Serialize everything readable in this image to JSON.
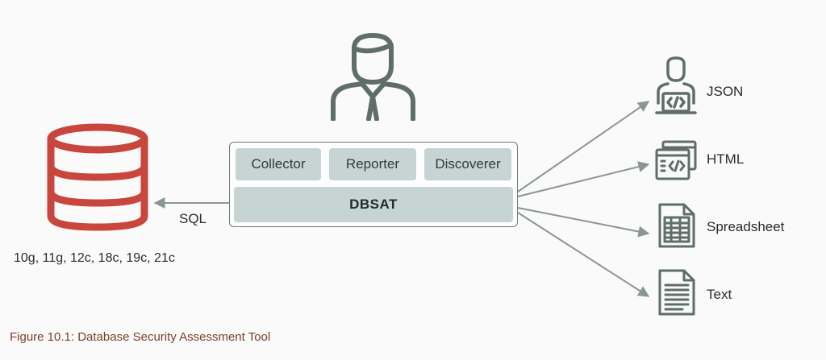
{
  "diagram": {
    "tool": {
      "modules": [
        {
          "label": "Collector"
        },
        {
          "label": "Reporter"
        },
        {
          "label": "Discoverer"
        }
      ],
      "core_label": "DBSAT"
    },
    "database": {
      "sql_label": "SQL",
      "versions_label": "10g, 11g, 12c, 18c, 19c, 21c"
    },
    "outputs": [
      {
        "label": "JSON",
        "icon": "user-laptop-code-icon"
      },
      {
        "label": "HTML",
        "icon": "browser-code-icon"
      },
      {
        "label": "Spreadsheet",
        "icon": "spreadsheet-icon"
      },
      {
        "label": "Text",
        "icon": "text-document-icon"
      }
    ],
    "colors": {
      "database": "#c9463d",
      "icon_stroke": "#5f6d6b",
      "module_fill": "#c6d5d3",
      "caption": "#7a3f2a",
      "arrow": "#8a9695"
    }
  },
  "caption": "Figure 10.1: Database Security Assessment Tool"
}
